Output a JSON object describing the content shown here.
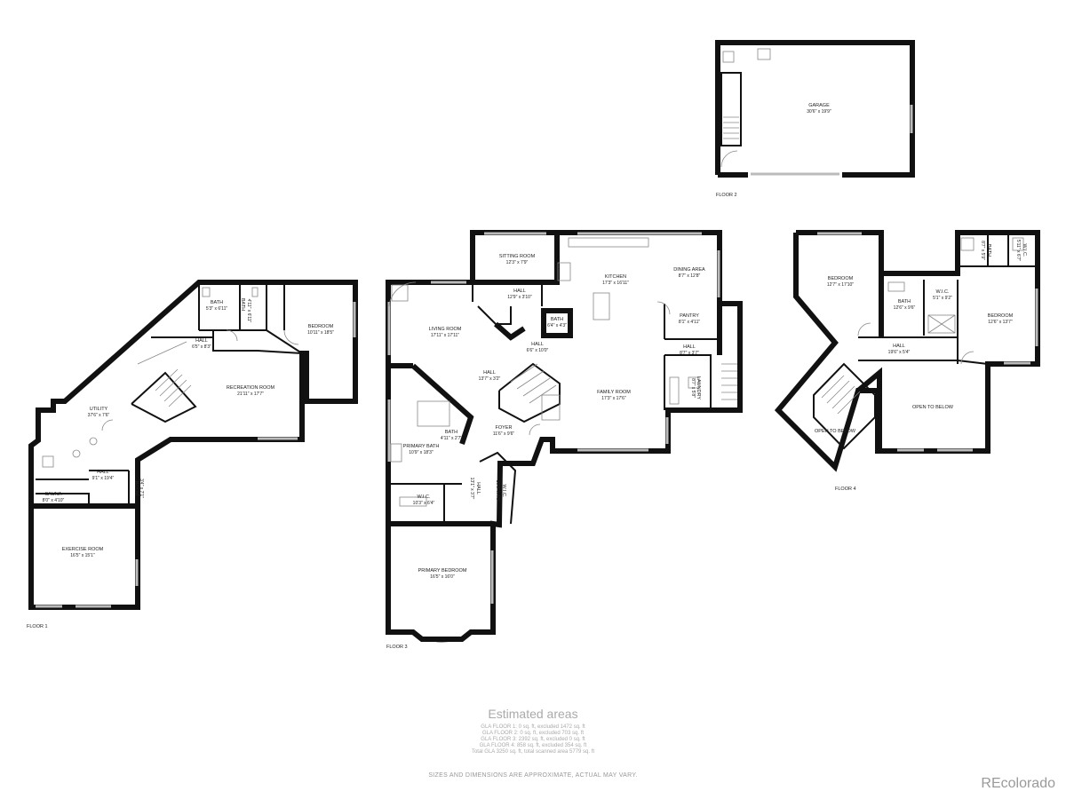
{
  "floors": {
    "floor1": "FLOOR 1",
    "floor2": "FLOOR 2",
    "floor3": "FLOOR 3",
    "floor4": "FLOOR 4"
  },
  "rooms": {
    "garage": {
      "name": "GARAGE",
      "dim": "30'6\" x 19'9\""
    },
    "f1_bath": {
      "name": "BATH",
      "dim": "5'3\" x 6'11\""
    },
    "f1_bath2": {
      "name": "BATH",
      "dim": "4'11\" x 6'11\""
    },
    "f1_bedroom": {
      "name": "BEDROOM",
      "dim": "10'11\" x 18'5\""
    },
    "f1_hall1": {
      "name": "HALL",
      "dim": "6'5\" x 8'3\""
    },
    "recreation": {
      "name": "RECREATION ROOM",
      "dim": "21'11\" x 17'7\""
    },
    "utility": {
      "name": "UTILITY",
      "dim": "37'6\" x 7'6\""
    },
    "f1_hall2": {
      "name": "HALL",
      "dim": "9'1\" x 19'4\""
    },
    "f1_room": {
      "name": "ROOM",
      "dim": "3'4\" x 7'1\""
    },
    "sauna": {
      "name": "SAUNA",
      "dim": "8'0\" x 4'10\""
    },
    "exercise": {
      "name": "EXERCISE ROOM",
      "dim": "16'5\" x 15'1\""
    },
    "sitting": {
      "name": "SITTING ROOM",
      "dim": "12'3\" x 7'9\""
    },
    "f3_hall1": {
      "name": "HALL",
      "dim": "12'9\" x 3'10\""
    },
    "kitchen": {
      "name": "KITCHEN",
      "dim": "17'3\" x 16'11\""
    },
    "dining": {
      "name": "DINING AREA",
      "dim": "8'7\" x 12'8\""
    },
    "living": {
      "name": "LIVING ROOM",
      "dim": "17'11\" x 17'11\""
    },
    "f3_bath": {
      "name": "BATH",
      "dim": "6'4\" x 4'3\""
    },
    "f3_hall2": {
      "name": "HALL",
      "dim": "6'6\" x 10'0\""
    },
    "pantry": {
      "name": "PANTRY",
      "dim": "8'1\" x 4'11\""
    },
    "f3_hall3": {
      "name": "HALL",
      "dim": "8'7\" x 3'7\""
    },
    "f3_hall4": {
      "name": "HALL",
      "dim": "13'7\" x 3'2\""
    },
    "family": {
      "name": "FAMILY ROOM",
      "dim": "17'3\" x 17'6\""
    },
    "laundry": {
      "name": "LAUNDRY",
      "dim": "8'7\" x 5'8\""
    },
    "foyer": {
      "name": "FOYER",
      "dim": "11'6\" x 9'6\""
    },
    "f3_bath2": {
      "name": "BATH",
      "dim": "4'11\" x 2'7\""
    },
    "primary_bath": {
      "name": "PRIMARY BATH",
      "dim": "10'9\" x 18'3\""
    },
    "f3_wic": {
      "name": "W.I.C.",
      "dim": "10'3\" x 6'4\""
    },
    "f3_hall5": {
      "name": "HALL",
      "dim": "13'1\" x 3'7\""
    },
    "f3_wic2": {
      "name": "W.I.C.",
      "dim": "10'0\" x 4'9\""
    },
    "primary_bedroom": {
      "name": "PRIMARY BEDROOM",
      "dim": "16'5\" x 16'0\""
    },
    "f4_bedroom1": {
      "name": "BEDROOM",
      "dim": "12'7\" x 17'10\""
    },
    "f4_bath1": {
      "name": "BATH",
      "dim": "8'7\" x 5'9\""
    },
    "f4_wic1": {
      "name": "W.I.C.",
      "dim": "5'11\" x 6'7\""
    },
    "f4_bath2": {
      "name": "BATH",
      "dim": "12'6\" x 9'6\""
    },
    "f4_wic2": {
      "name": "W.I.C.",
      "dim": "5'1\" x 9'2\""
    },
    "f4_bedroom2": {
      "name": "BEDROOM",
      "dim": "12'6\" x 13'7\""
    },
    "f4_hall": {
      "name": "HALL",
      "dim": "19'6\" x 5'4\""
    },
    "open1": {
      "name": "OPEN TO BELOW"
    },
    "open2": {
      "name": "OPEN TO BELOW"
    }
  },
  "areas": {
    "title": "Estimated areas",
    "lines": [
      "GLA FLOOR 1: 0 sq. ft, excluded 1472 sq. ft",
      "GLA FLOOR 2: 0 sq. ft, excluded 703 sq. ft",
      "GLA FLOOR 3: 2392 sq. ft, excluded 0 sq. ft",
      "GLA FLOOR 4: 858 sq. ft, excluded 354 sq. ft",
      "Total GLA 3250 sq. ft, total scanned area 5779 sq. ft"
    ],
    "disclaimer": "SIZES AND DIMENSIONS ARE APPROXIMATE, ACTUAL MAY VARY."
  },
  "brand": "REcolorado"
}
